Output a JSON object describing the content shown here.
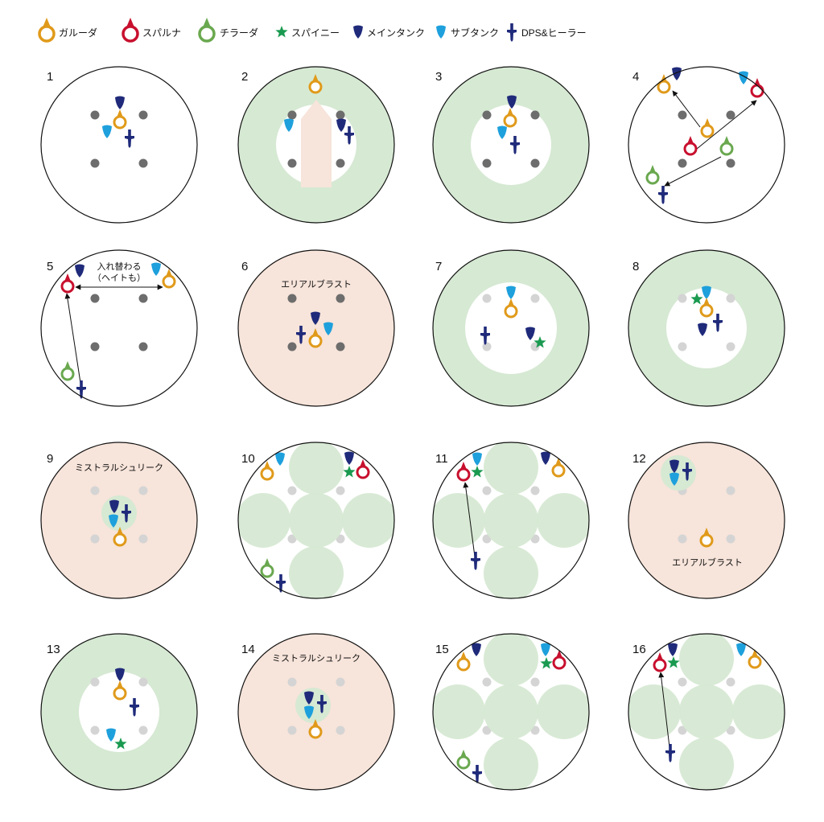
{
  "legend": [
    {
      "key": "garuda",
      "label": "ガルーダ"
    },
    {
      "key": "suparna",
      "label": "スパルナ"
    },
    {
      "key": "chirada",
      "label": "チラーダ"
    },
    {
      "key": "spiny",
      "label": "スパイニー"
    },
    {
      "key": "mt",
      "label": "メインタンク"
    },
    {
      "key": "st",
      "label": "サブタンク"
    },
    {
      "key": "dps",
      "label": "DPS&ヒーラー"
    }
  ],
  "colors": {
    "garuda": "#e09a1a",
    "suparna": "#c8102e",
    "chirada": "#6aa84f",
    "spiny": "#1a9a50",
    "mt": "#1f2a7a",
    "st": "#1ea0dc",
    "dps": "#1f2a7a",
    "green_zone": "#d6e9d3",
    "peach_zone": "#f7e4da",
    "post_dark": "#6d6d6d",
    "post_light": "#d4d4d4"
  },
  "panels": [
    {
      "num": "1",
      "annotations": []
    },
    {
      "num": "2",
      "annotations": []
    },
    {
      "num": "3",
      "annotations": []
    },
    {
      "num": "4",
      "annotations": []
    },
    {
      "num": "5",
      "annotations": [
        "入れ替わる",
        "（ヘイトも）"
      ]
    },
    {
      "num": "6",
      "annotations": [
        "エリアルブラスト"
      ]
    },
    {
      "num": "7",
      "annotations": []
    },
    {
      "num": "8",
      "annotations": []
    },
    {
      "num": "9",
      "annotations": [
        "ミストラルシュリーク"
      ]
    },
    {
      "num": "10",
      "annotations": []
    },
    {
      "num": "11",
      "annotations": []
    },
    {
      "num": "12",
      "annotations": [
        "エリアルブラスト"
      ]
    },
    {
      "num": "13",
      "annotations": []
    },
    {
      "num": "14",
      "annotations": [
        "ミストラルシュリーク"
      ]
    },
    {
      "num": "15",
      "annotations": []
    },
    {
      "num": "16",
      "annotations": []
    }
  ]
}
